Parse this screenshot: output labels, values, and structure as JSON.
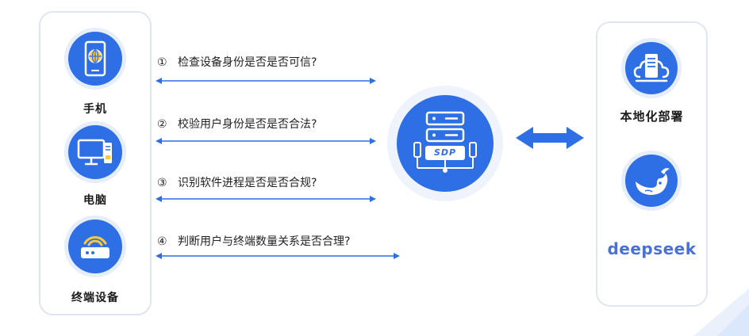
{
  "devices": [
    {
      "label": "手机",
      "icon": "phone-icon"
    },
    {
      "label": "电脑",
      "icon": "computer-icon"
    },
    {
      "label": "终端设备",
      "icon": "router-icon"
    }
  ],
  "steps": [
    {
      "num": "①",
      "text": "检查设备身份是否是否可信?"
    },
    {
      "num": "②",
      "text": "校验用户身份是否是否合法?"
    },
    {
      "num": "③",
      "text": "识别软件进程是否是否合规?"
    },
    {
      "num": "④",
      "text": "判断用户与终端数量关系是否合理?"
    }
  ],
  "server": {
    "label": "SDP",
    "icon": "server-icon"
  },
  "right": {
    "local_label": "本地化部署",
    "local_icon": "cloud-server-icon",
    "brand_icon": "whale-icon",
    "brand": "deepseek"
  },
  "colors": {
    "primary": "#2f6fe5",
    "halo": "#e6eefc",
    "border": "#dfe6f3",
    "brand_text": "#4a6fd6"
  }
}
